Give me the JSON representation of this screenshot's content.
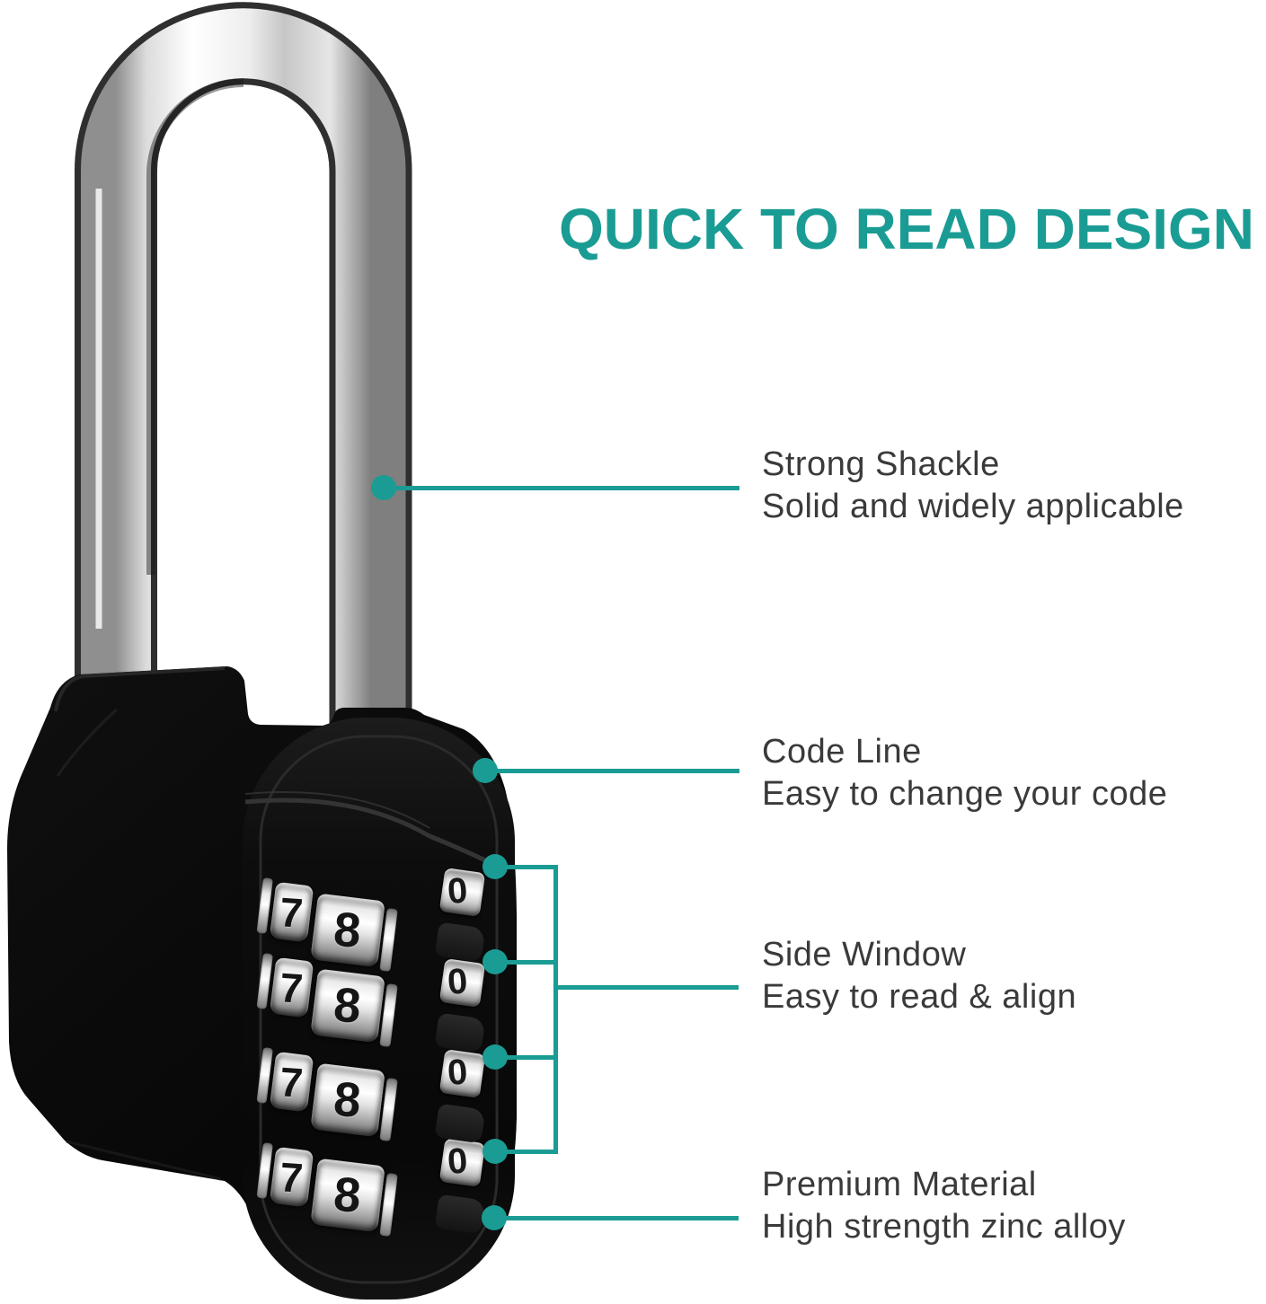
{
  "title": "QUICK TO READ DESIGN",
  "annotations": [
    {
      "heading": "Strong Shackle",
      "description": "Solid and widely applicable"
    },
    {
      "heading": "Code Line",
      "description": "Easy to change your code"
    },
    {
      "heading": "Side Window",
      "description": "Easy to read & align"
    },
    {
      "heading": "Premium Material",
      "description": "High strength zinc alloy"
    }
  ],
  "lock": {
    "dial_rows": 4,
    "dial_left_digit": "7",
    "dial_right_digit": "8",
    "side_window_digit": "0"
  },
  "colors": {
    "accent": "#1A9C94",
    "label_text": "#3A3A3A",
    "lock_body": "#0B0B0B",
    "shackle_chrome": "#E8E8E8"
  }
}
